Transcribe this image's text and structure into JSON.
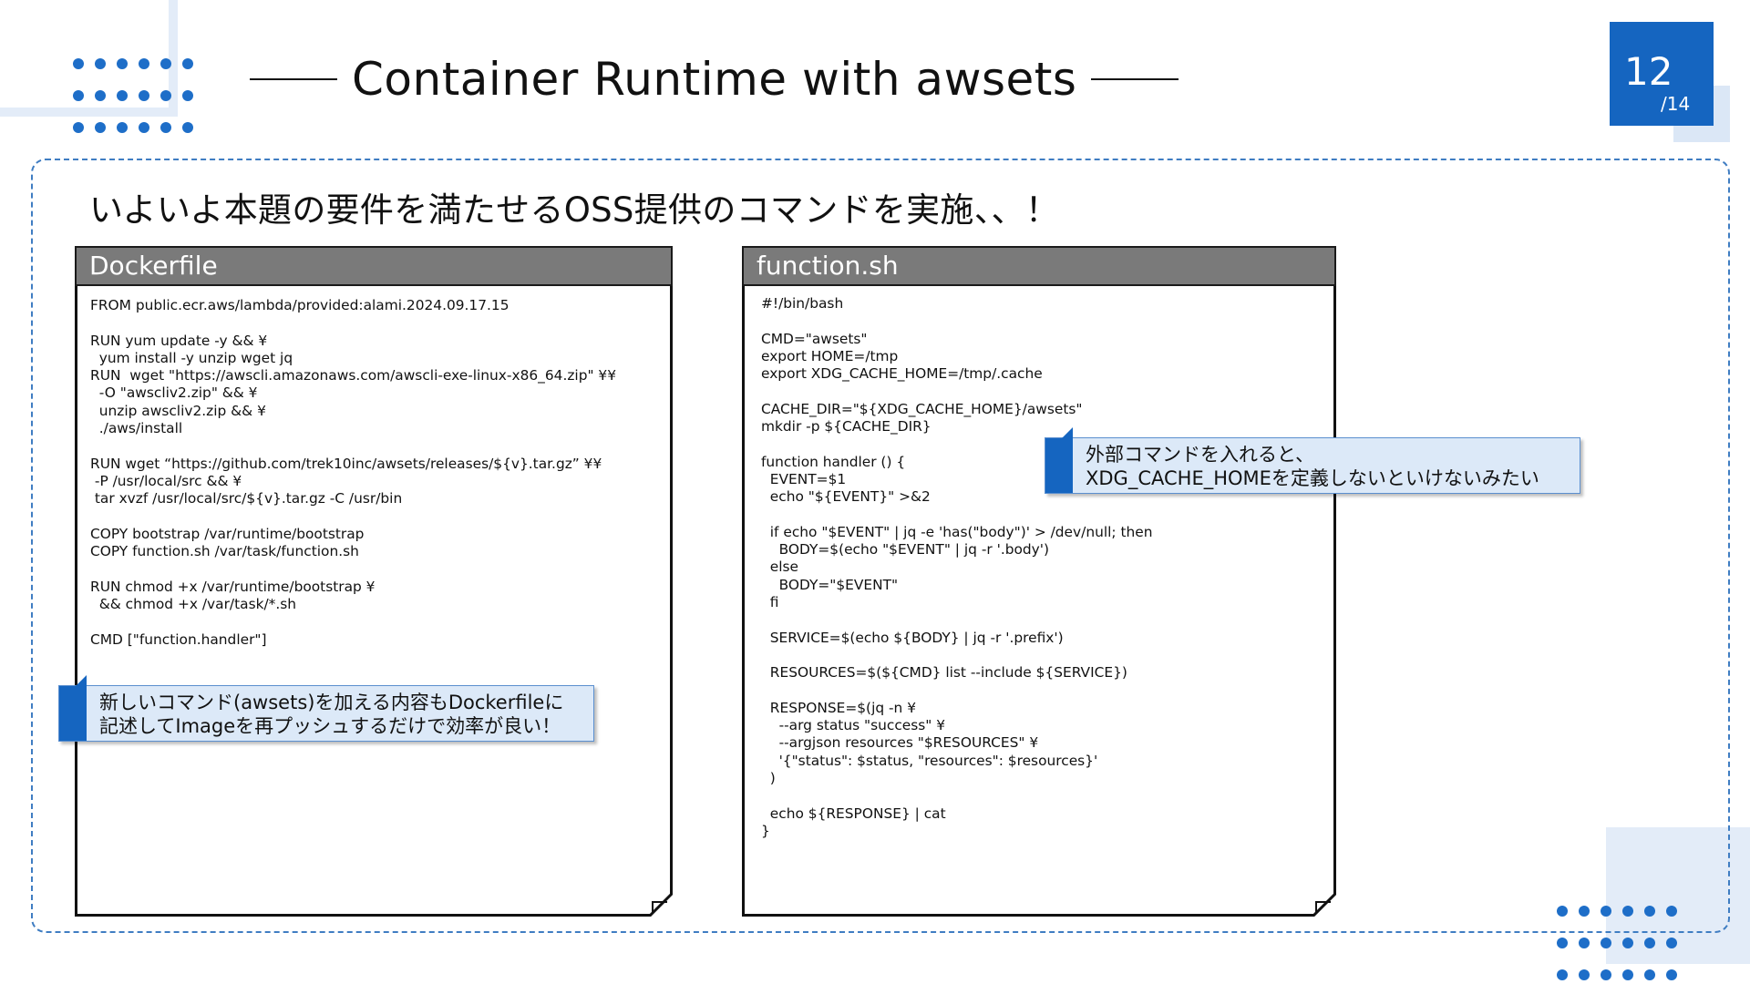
{
  "title": "Container Runtime with awsets",
  "page": {
    "current": "12",
    "total": "/14"
  },
  "subtitle": "いよいよ本題の要件を満たせるOSS提供のコマンドを実施、、！",
  "panels": {
    "dockerfile": {
      "title": "Dockerfile",
      "code": "FROM public.ecr.aws/lambda/provided:alami.2024.09.17.15\n\nRUN yum update -y && ¥\n  yum install -y unzip wget jq\nRUN  wget \"https://awscli.amazonaws.com/awscli-exe-linux-x86_64.zip\" ¥¥\n  -O \"awscliv2.zip\" && ¥\n  unzip awscliv2.zip && ¥\n  ./aws/install\n\nRUN wget “https://github.com/trek10inc/awsets/releases/${v}.tar.gz” ¥¥\n -P /usr/local/src && ¥\n tar xvzf /usr/local/src/${v}.tar.gz -C /usr/bin\n\nCOPY bootstrap /var/runtime/bootstrap\nCOPY function.sh /var/task/function.sh\n\nRUN chmod +x /var/runtime/bootstrap ¥\n  && chmod +x /var/task/*.sh\n\nCMD [\"function.handler\"]"
    },
    "function_sh": {
      "title": "function.sh",
      "code": "#!/bin/bash\n\nCMD=\"awsets\"\nexport HOME=/tmp\nexport XDG_CACHE_HOME=/tmp/.cache\n\nCACHE_DIR=\"${XDG_CACHE_HOME}/awsets\"\nmkdir -p ${CACHE_DIR}\n\nfunction handler () {\n  EVENT=$1\n  echo \"${EVENT}\" >&2\n\n  if echo \"$EVENT\" | jq -e 'has(\"body\")' > /dev/null; then\n    BODY=$(echo \"$EVENT\" | jq -r '.body')\n  else\n    BODY=\"$EVENT\"\n  fi\n\n  SERVICE=$(echo ${BODY} | jq -r '.prefix')\n\n  RESOURCES=$(${CMD} list --include ${SERVICE})\n\n  RESPONSE=$(jq -n ¥\n    --arg status \"success\" ¥\n    --argjson resources \"$RESOURCES\" ¥\n    '{\"status\": $status, \"resources\": $resources}'\n  )\n\n  echo ${RESPONSE} | cat\n}"
    }
  },
  "callouts": {
    "left": {
      "line1": "新しいコマンド(awsets)を加える内容もDockerfileに",
      "line2": "記述してImageを再プッシュするだけで効率が良い！"
    },
    "right": {
      "line1": "外部コマンドを入れると、",
      "line2": "XDG_CACHE_HOMEを定義しないといけないみたい"
    }
  },
  "colors": {
    "accent": "#1565c0",
    "panel_header": "#7a7a7a",
    "callout_bg": "#dce9f8",
    "frame_border": "#3f7dc2"
  }
}
